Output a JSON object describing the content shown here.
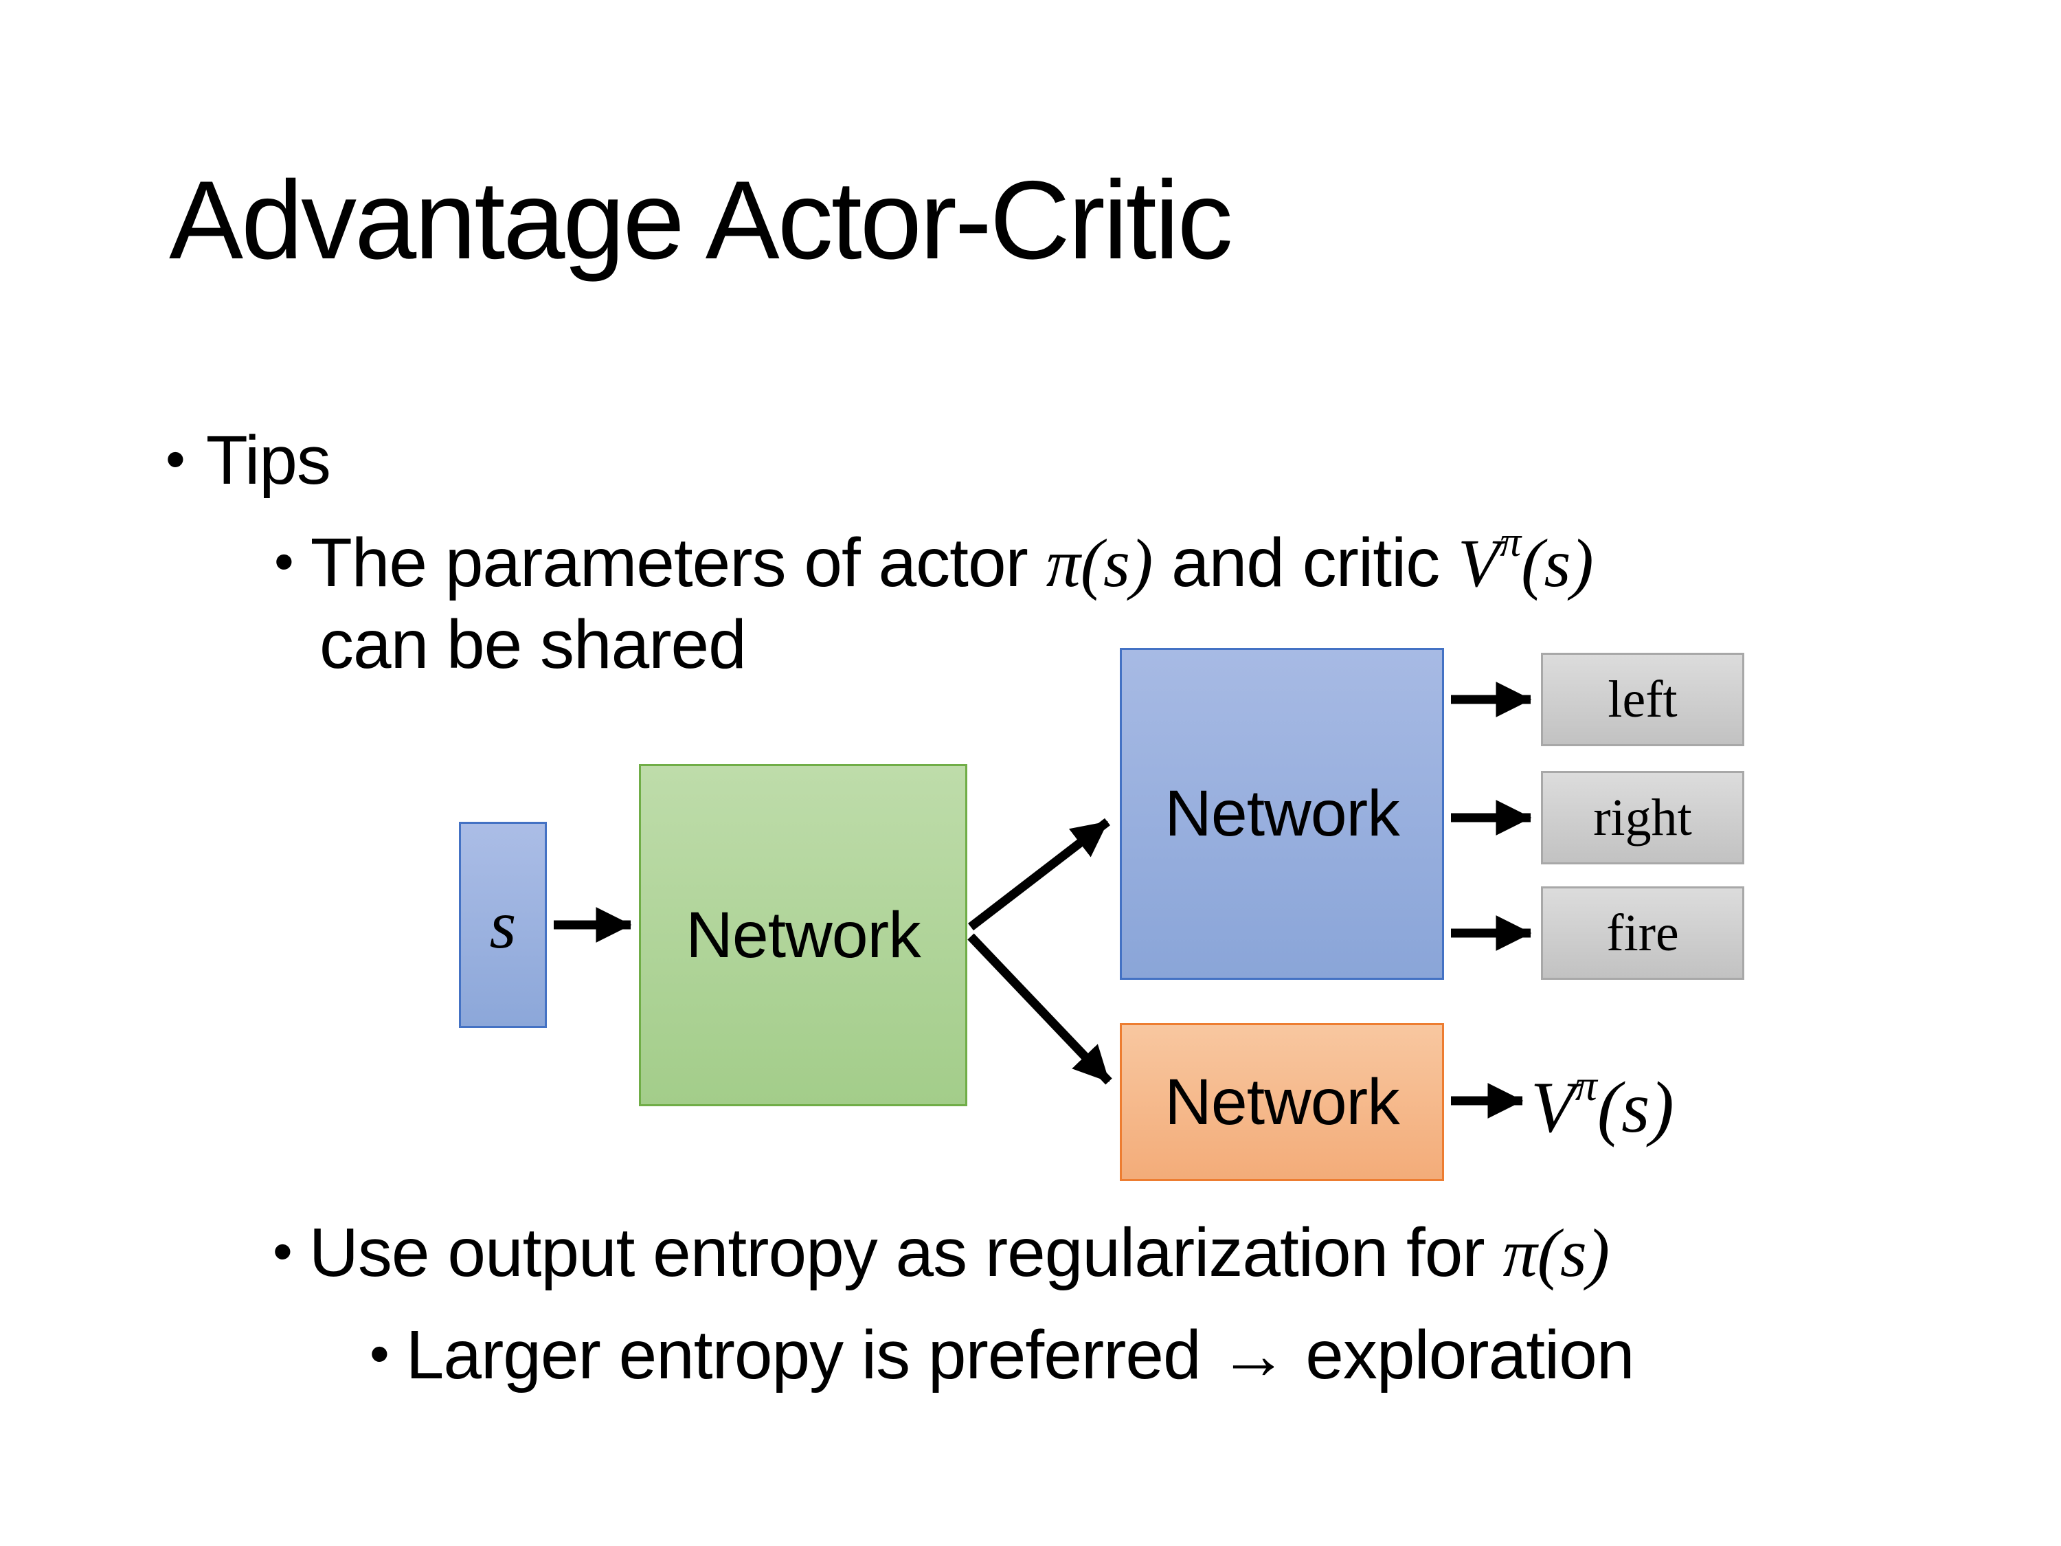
{
  "slide": {
    "title": "Advantage Actor-Critic"
  },
  "bullets": {
    "dot": "•",
    "tips": "Tips",
    "shared_line1": {
      "pre": "The parameters of actor ",
      "actor_math": "π(s)",
      "mid": "  and critic ",
      "v_base": "V",
      "v_sup": "π",
      "v_tail": "(s)"
    },
    "shared_line2": "can be shared",
    "entropy": {
      "pre": "Use output entropy as regularization for ",
      "math": "π(s)"
    },
    "exploration": "Larger entropy is preferred → exploration"
  },
  "diagram": {
    "state_label": "s",
    "shared_network_label": "Network",
    "actor_network_label": "Network",
    "critic_network_label": "Network",
    "actions": [
      "left",
      "right",
      "fire"
    ],
    "value_output": {
      "base": "V",
      "sup": "π",
      "tail": "(s)"
    },
    "colors": {
      "state_fill": "#8faadc",
      "state_border": "#4472c4",
      "shared_fill": "#a9d18e",
      "shared_border": "#70ad47",
      "actor_fill": "#8faadc",
      "actor_border": "#4472c4",
      "critic_fill": "#f4b183",
      "critic_border": "#ed7d31",
      "action_fill": "#c9c9c9",
      "action_border": "#a6a6a6",
      "arrow": "#000000",
      "text": "#000000",
      "background": "#ffffff"
    }
  }
}
